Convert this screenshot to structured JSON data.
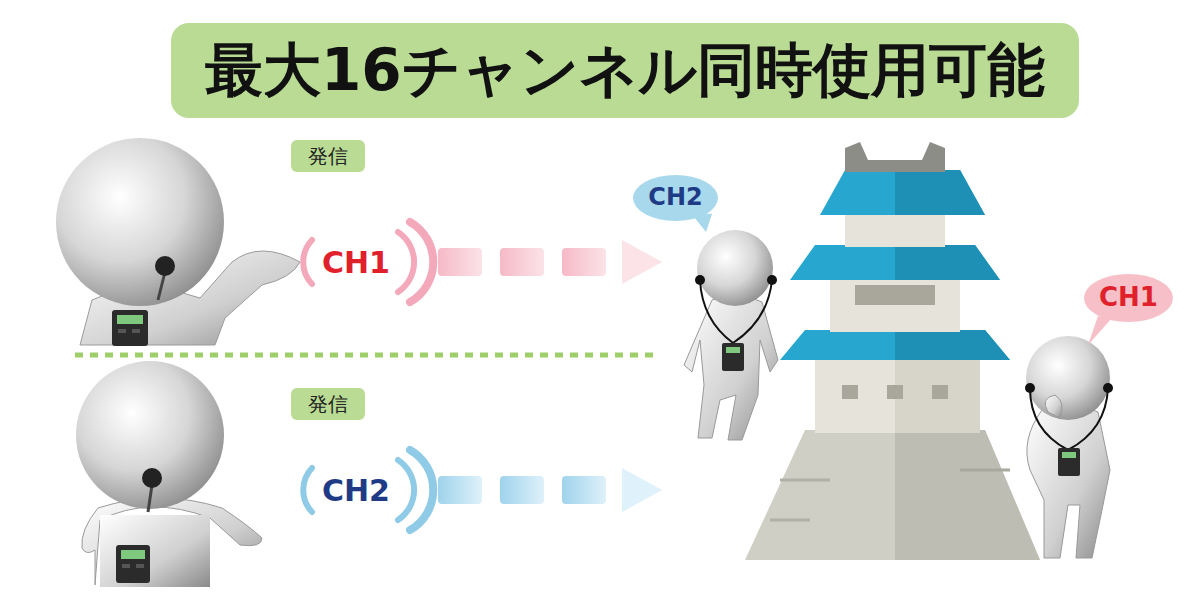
{
  "diagram": {
    "title": "最大16チャンネル同時使用可能",
    "nodes": [
      {
        "text": [
          "発信"
        ]
      },
      {
        "text": [
          "CH2"
        ]
      },
      {
        "text": [
          "CH1"
        ]
      },
      {
        "text": [
          "発信"
        ]
      }
    ],
    "labels": [
      "CH1",
      "CH2"
    ]
  }
}
